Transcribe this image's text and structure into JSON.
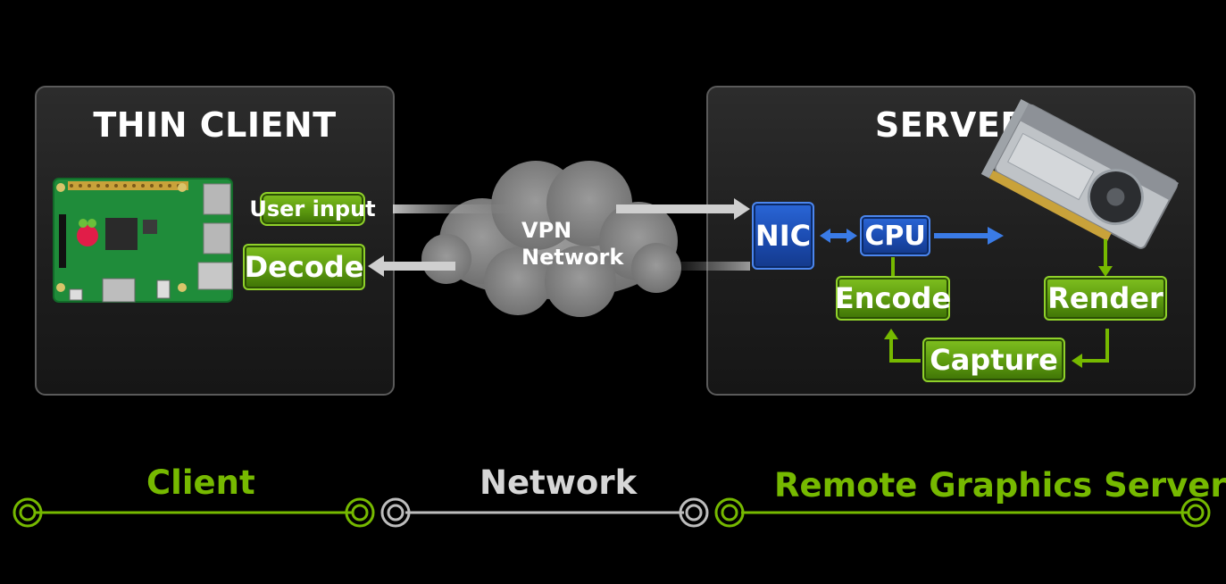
{
  "client": {
    "title": "THIN CLIENT",
    "user_input": "User input",
    "decode": "Decode"
  },
  "network": {
    "cloud_label_line1": "VPN",
    "cloud_label_line2": "Network"
  },
  "server": {
    "title": "SERVER",
    "nic": "NIC",
    "cpu": "CPU",
    "encode": "Encode",
    "render": "Render",
    "capture": "Capture"
  },
  "timeline": {
    "client": "Client",
    "network": "Network",
    "server": "Remote Graphics Server"
  },
  "colors": {
    "green": "#76b900",
    "blue": "#3a7be6",
    "gray": "#bdbdbd"
  },
  "icons": [
    "raspberry-pi-board-icon",
    "gpu-card-icon",
    "cloud-icon"
  ]
}
